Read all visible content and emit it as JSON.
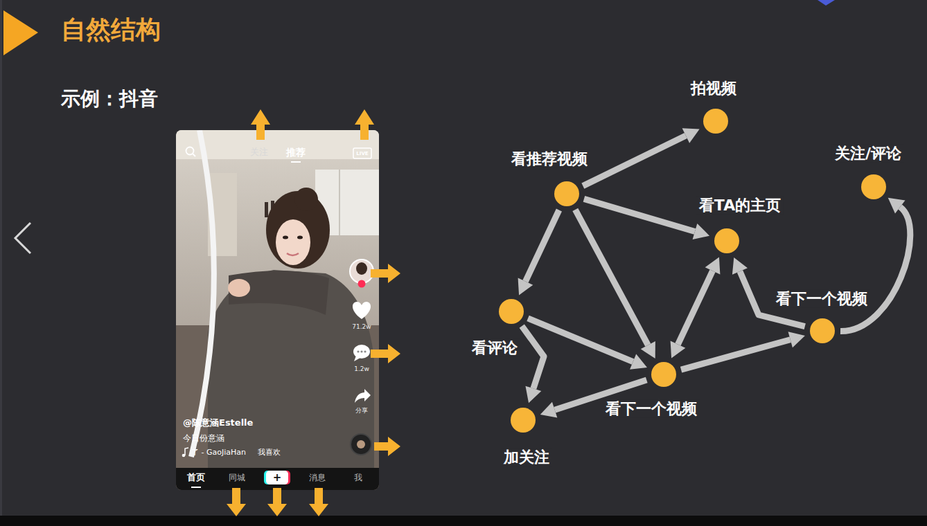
{
  "diagram": {
    "title": "自然结构",
    "nodes": [
      {
        "text": [
          "拍视频"
        ]
      },
      {
        "text": [
          "看推荐视频"
        ]
      },
      {
        "text": [
          "关注/评论"
        ]
      },
      {
        "text": [
          "看TA的主页"
        ]
      },
      {
        "text": [
          "看下一个视频"
        ]
      },
      {
        "text": [
          "看评论"
        ]
      },
      {
        "text": [
          "看下一个视频"
        ]
      },
      {
        "text": [
          "加关注"
        ]
      }
    ],
    "edges": [
      {
        "from": 1,
        "to": 0,
        "arrow": "to"
      },
      {
        "from": 1,
        "to": 3,
        "arrow": "to"
      },
      {
        "from": 1,
        "to": 5,
        "arrow": "to"
      },
      {
        "from": 1,
        "to": 6,
        "arrow": "to"
      },
      {
        "from": 5,
        "to": 6,
        "arrow": "to"
      },
      {
        "from": 5,
        "to": 7,
        "arrow": "to"
      },
      {
        "from": 6,
        "to": 7,
        "arrow": "to"
      },
      {
        "from": 6,
        "to": 3,
        "arrow": "both"
      },
      {
        "from": 6,
        "to": 4,
        "arrow": "to"
      },
      {
        "from": 4,
        "to": 3,
        "arrow": "to"
      },
      {
        "from": 4,
        "to": 2,
        "arrow": "to"
      }
    ],
    "labels": [
      "示例：抖音",
      "关注",
      "推荐",
      "LIVE",
      "71.2w",
      "1.2w",
      "分享",
      "@陈意涵Estelle",
      "今日份意涵",
      "了 - GaoJiaHan",
      "我喜欢",
      "首页",
      "同城",
      "+",
      "消息",
      "我"
    ]
  }
}
